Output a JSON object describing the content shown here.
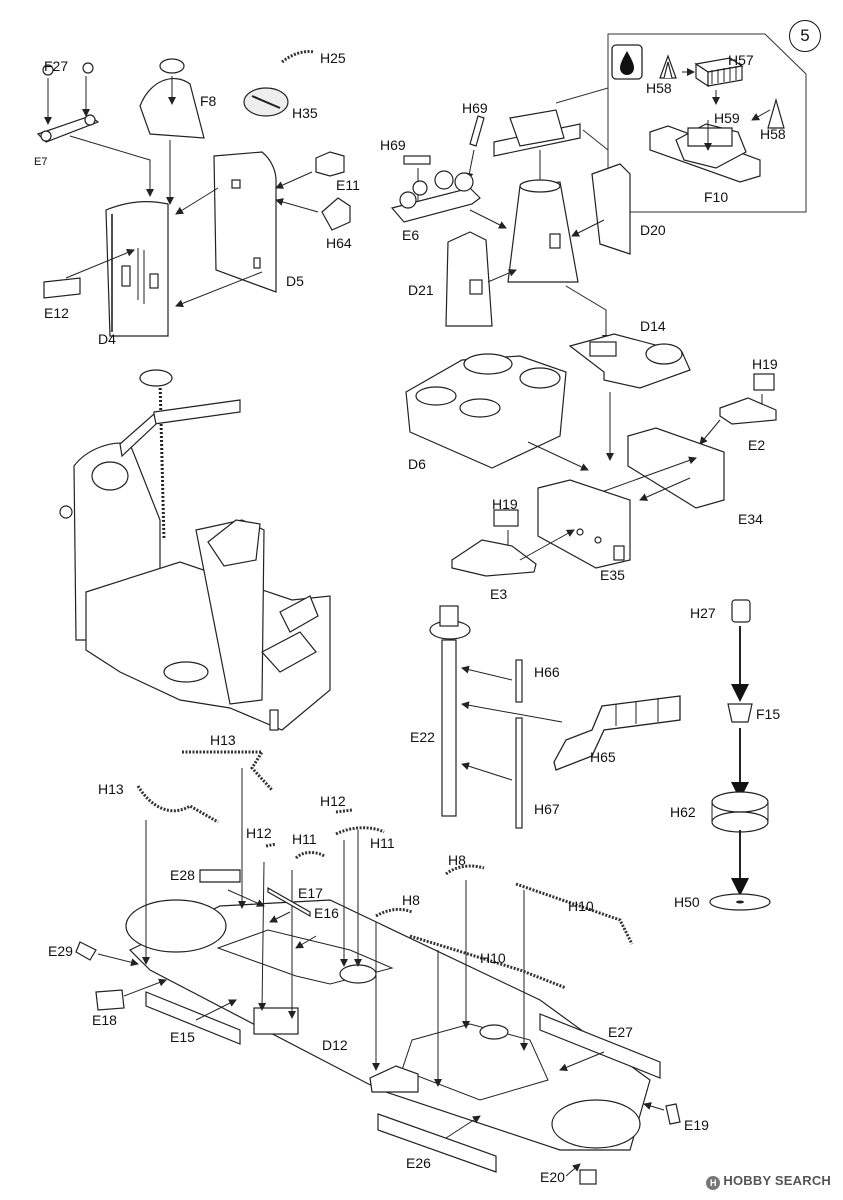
{
  "step": {
    "number": "5"
  },
  "watermark": {
    "icon": "H",
    "text": "HOBBY SEARCH"
  },
  "detail_box": {
    "icon": "glue-drop-icon"
  },
  "labels": {
    "F27": "F27",
    "E7": "E7",
    "F8": "F8",
    "H25": "H25",
    "H35": "H35",
    "E11": "E11",
    "H64": "H64",
    "D5": "D5",
    "E12": "E12",
    "D4": "D4",
    "H69a": "H69",
    "H69b": "H69",
    "E6": "E6",
    "D21": "D21",
    "D20": "D20",
    "H57": "H57",
    "H58a": "H58",
    "H58b": "H58",
    "H59": "H59",
    "F10": "F10",
    "D14": "D14",
    "D6": "D6",
    "H19a": "H19",
    "E2": "E2",
    "E34": "E34",
    "H19b": "H19",
    "E35": "E35",
    "E3": "E3",
    "H27": "H27",
    "F15": "F15",
    "H62": "H62",
    "H50": "H50",
    "H66": "H66",
    "E22": "E22",
    "H65": "H65",
    "H67": "H67",
    "H13a": "H13",
    "H13b": "H13",
    "H12a": "H12",
    "H12b": "H12",
    "H11a": "H11",
    "H11b": "H11",
    "E28": "E28",
    "E17": "E17",
    "E16": "E16",
    "H8a": "H8",
    "H8b": "H8",
    "H10a": "H10",
    "H10b": "H10",
    "E29": "E29",
    "E18": "E18",
    "E15": "E15",
    "D12": "D12",
    "E27": "E27",
    "E19": "E19",
    "E26": "E26",
    "E20": "E20"
  }
}
